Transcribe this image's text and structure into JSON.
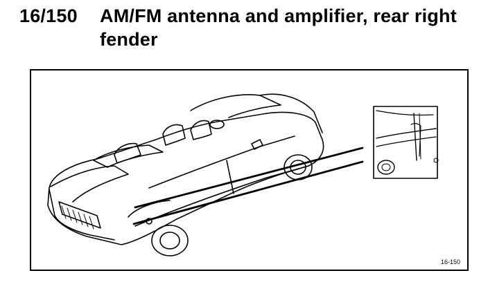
{
  "heading": {
    "number": "16/150",
    "title": "AM/FM antenna and amplifier, rear right fender"
  },
  "figure": {
    "reference": "16-150",
    "line_color": "#000000",
    "background_color": "#ffffff"
  }
}
